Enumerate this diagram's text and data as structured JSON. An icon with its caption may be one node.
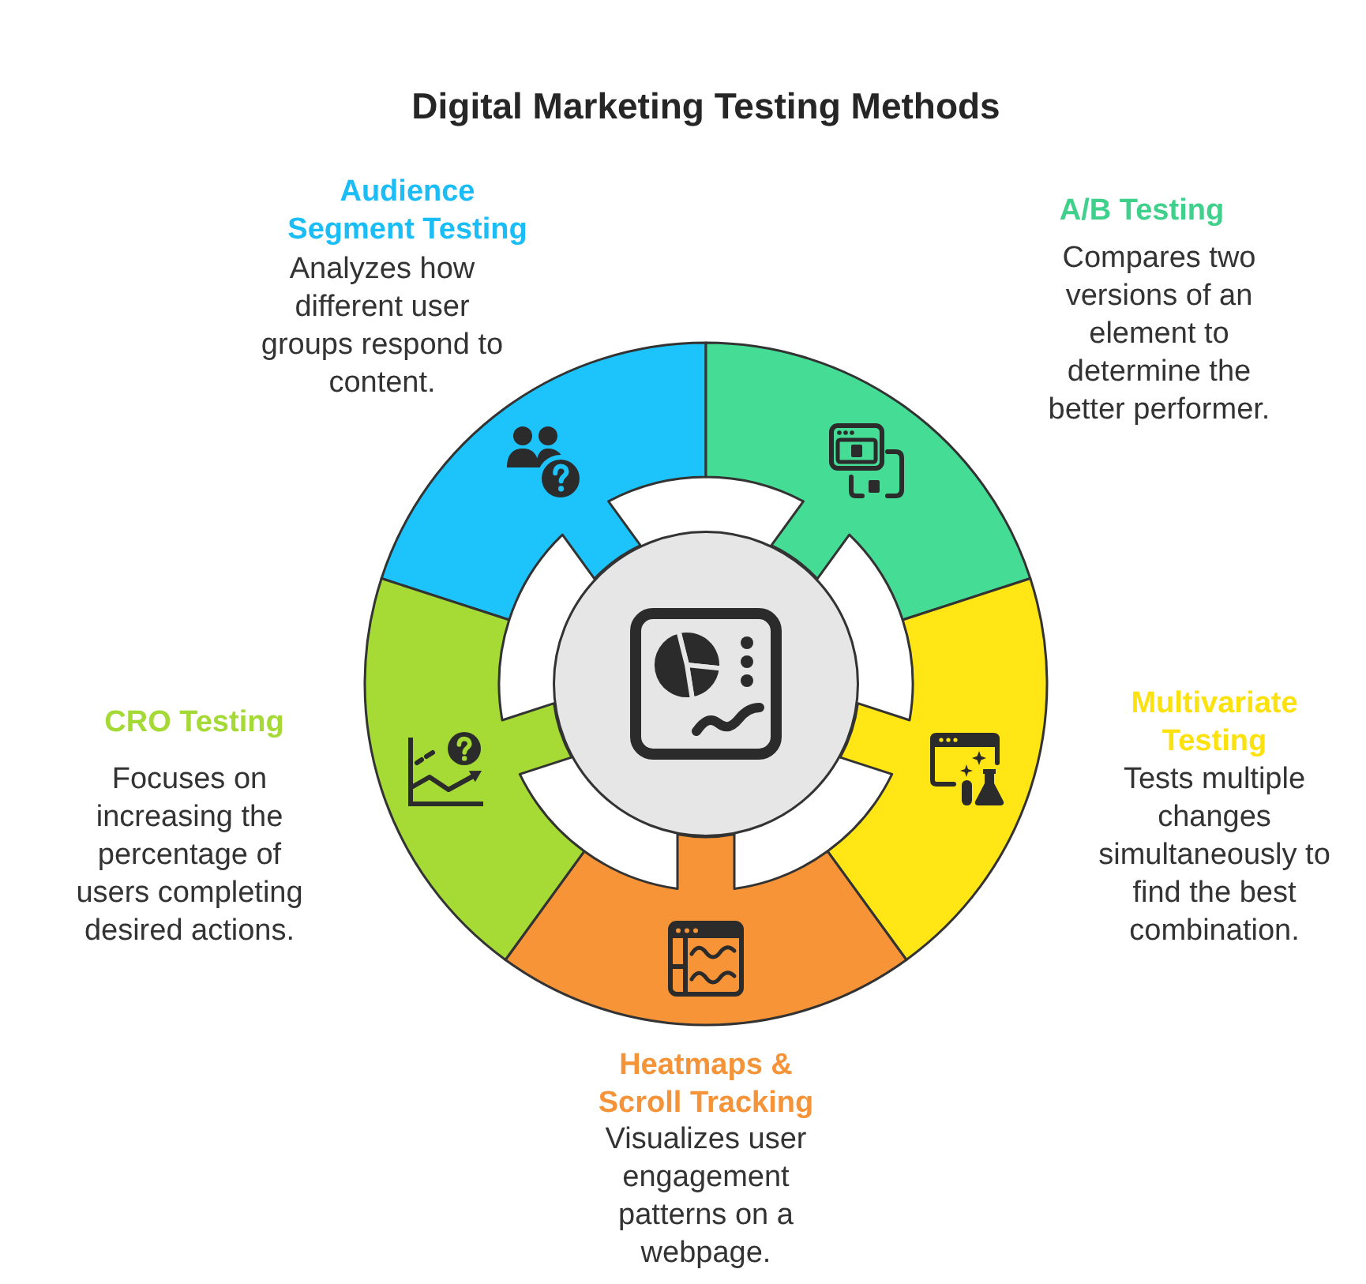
{
  "diagram": {
    "title": "Digital Marketing Testing Methods",
    "nodes": [
      {
        "text": [
          "Audience Segment Testing",
          "Analyzes how different user groups respond to content."
        ]
      },
      {
        "text": [
          "A/B Testing",
          "Compares two versions of an element to determine the better performer."
        ]
      },
      {
        "text": [
          "Multivariate Testing",
          "Tests multiple changes simultaneously to find the best combination."
        ]
      },
      {
        "text": [
          "Heatmaps & Scroll Tracking",
          "Visualizes user engagement patterns on a webpage."
        ]
      },
      {
        "text": [
          "CRO Testing",
          "Focuses on increasing the percentage of users completing desired actions."
        ]
      },
      {
        "text": [],
        "shape": "circle"
      }
    ]
  }
}
